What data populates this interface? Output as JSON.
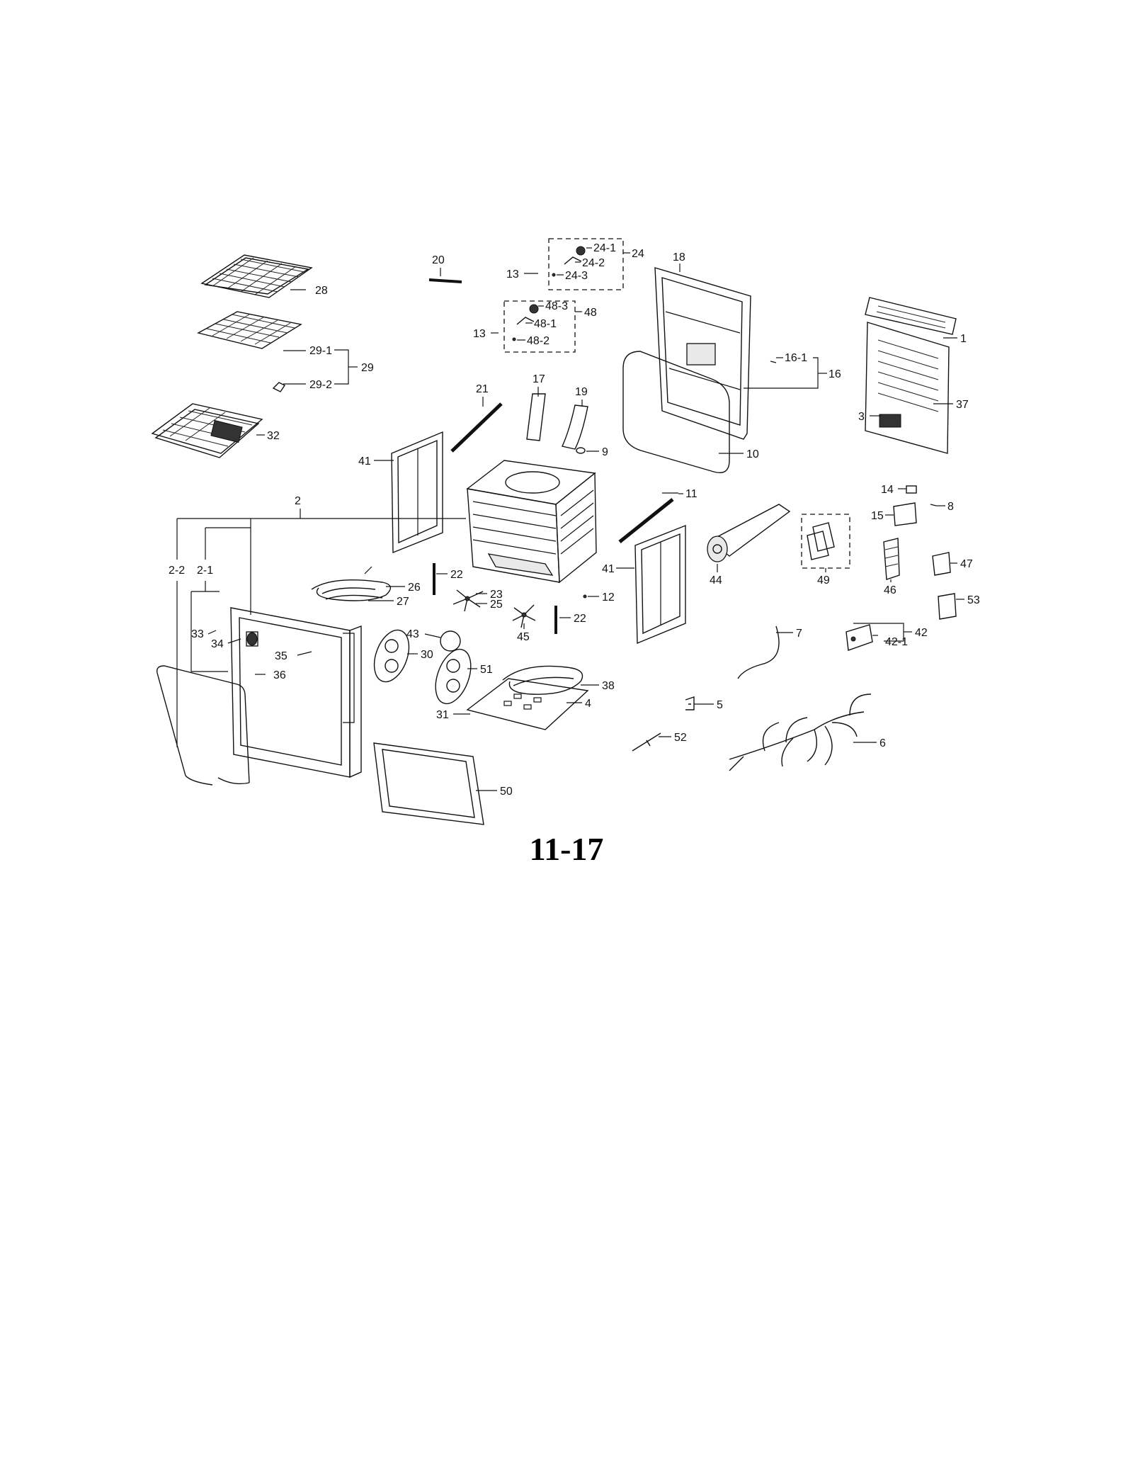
{
  "caption": "11-17",
  "labels": {
    "l1": "1",
    "l2": "2",
    "l2_1": "2-1",
    "l2_2": "2-2",
    "l3": "3",
    "l4": "4",
    "l5": "5",
    "l6": "6",
    "l7": "7",
    "l8": "8",
    "l9": "9",
    "l10": "10",
    "l11": "11",
    "l12": "12",
    "l13a": "13",
    "l13b": "13",
    "l14": "14",
    "l15": "15",
    "l16": "16",
    "l16_1": "16-1",
    "l17": "17",
    "l18": "18",
    "l19": "19",
    "l20": "20",
    "l21": "21",
    "l22a": "22",
    "l22b": "22",
    "l23": "23",
    "l24": "24",
    "l24_1": "24-1",
    "l24_2": "24-2",
    "l24_3": "24-3",
    "l25": "25",
    "l26": "26",
    "l27": "27",
    "l28": "28",
    "l29": "29",
    "l29_1": "29-1",
    "l29_2": "29-2",
    "l30": "30",
    "l31": "31",
    "l32": "32",
    "l33": "33",
    "l34": "34",
    "l35": "35",
    "l36": "36",
    "l37": "37",
    "l38": "38",
    "l41a": "41",
    "l41b": "41",
    "l42": "42",
    "l42_1": "42-1",
    "l43": "43",
    "l44": "44",
    "l45": "45",
    "l46": "46",
    "l47": "47",
    "l48": "48",
    "l48_1": "48-1",
    "l48_2": "48-2",
    "l48_3": "48-3",
    "l49": "49",
    "l50": "50",
    "l51": "51",
    "l52": "52",
    "l53": "53"
  }
}
